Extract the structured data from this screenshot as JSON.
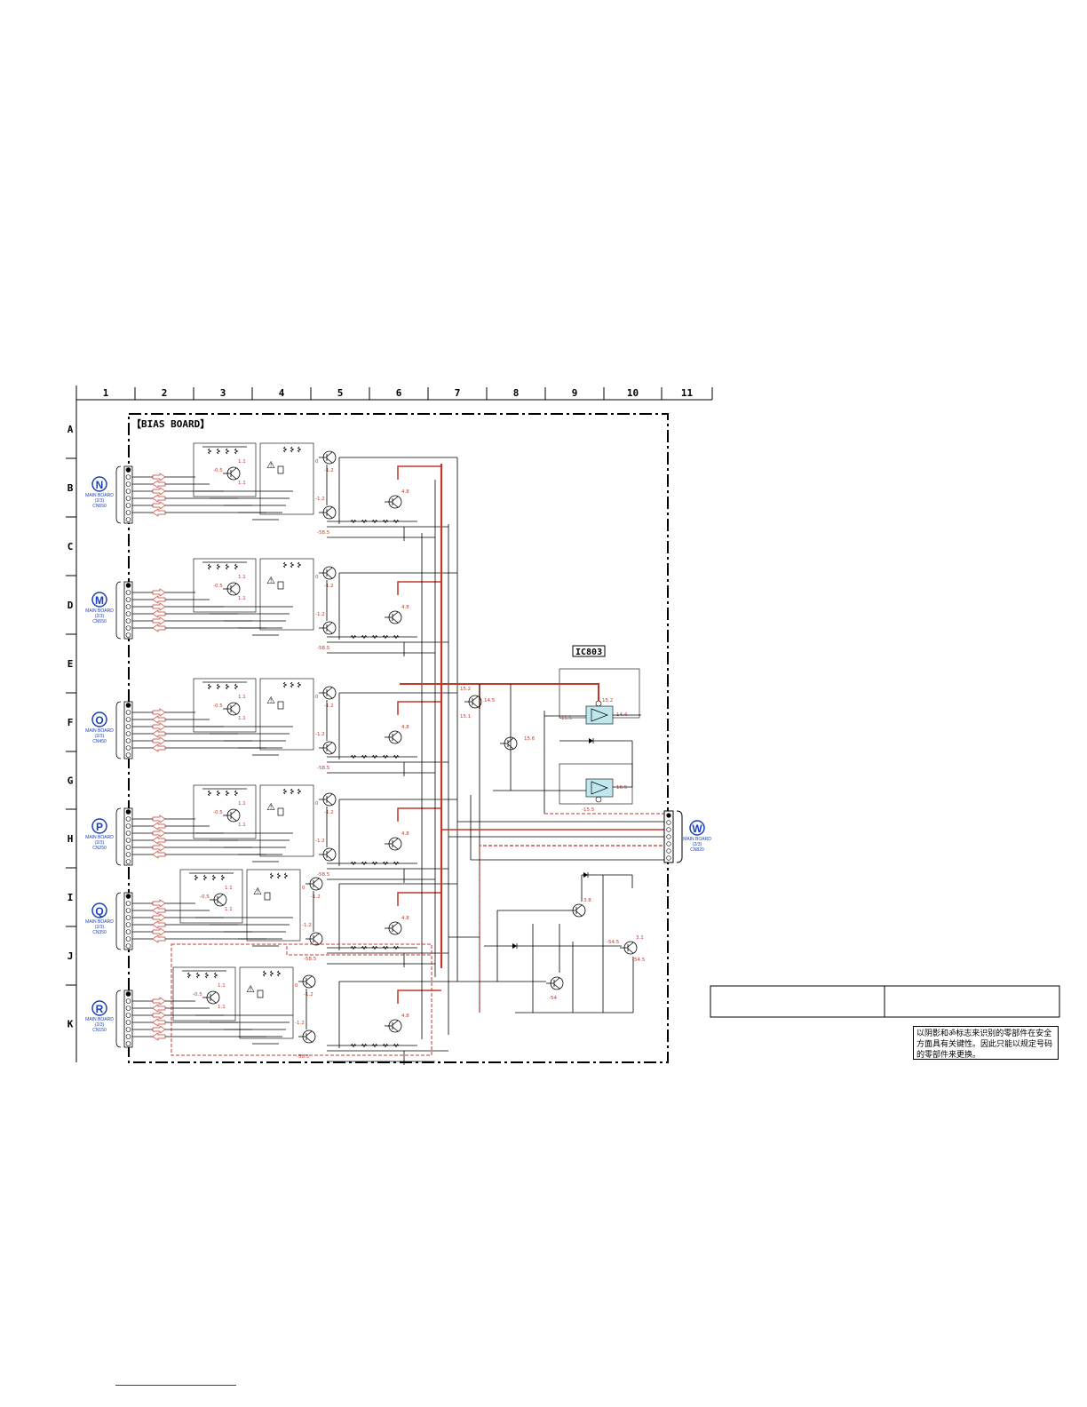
{
  "grid": {
    "columns": [
      "1",
      "2",
      "3",
      "4",
      "5",
      "6",
      "7",
      "8",
      "9",
      "10",
      "11"
    ],
    "rows": [
      "A",
      "B",
      "C",
      "D",
      "E",
      "F",
      "G",
      "H",
      "I",
      "J",
      "K"
    ]
  },
  "board": {
    "title": "【BIAS BOARD】"
  },
  "connectors": [
    {
      "letter": "N",
      "line1": "MAIN BOARD",
      "line2": "(2/3)",
      "line3": "CN650"
    },
    {
      "letter": "M",
      "line1": "MAIN BOARD",
      "line2": "(2/3)",
      "line3": "CN550"
    },
    {
      "letter": "O",
      "line1": "MAIN BOARD",
      "line2": "(2/3)",
      "line3": "CN450"
    },
    {
      "letter": "P",
      "line1": "MAIN BOARD",
      "line2": "(2/3)",
      "line3": "CN250"
    },
    {
      "letter": "Q",
      "line1": "MAIN BOARD",
      "line2": "(2/3)",
      "line3": "CN350"
    },
    {
      "letter": "R",
      "line1": "MAIN BOARD",
      "line2": "(2/3)",
      "line3": "CN150"
    }
  ],
  "right_connector": {
    "letter": "W",
    "line1": "MAIN BOARD",
    "line2": "(2/3)",
    "line3": "CN820"
  },
  "ic": {
    "label": "IC803"
  },
  "channel_voltages": [
    {
      "a": "-0.5",
      "b": "1.1",
      "c": "1.1",
      "d": "0",
      "e": "-1.2",
      "f": "-1.2",
      "g": "-58.5",
      "h": "4.8"
    },
    {
      "a": "-0.5",
      "b": "1.1",
      "c": "1.1",
      "d": "0",
      "e": "-1.2",
      "f": "-1.2",
      "g": "-58.5",
      "h": "4.8"
    },
    {
      "a": "-0.5",
      "b": "1.1",
      "c": "1.1",
      "d": "0",
      "e": "-1.2",
      "f": "-1.2",
      "g": "-58.5",
      "h": "4.8"
    },
    {
      "a": "-0.5",
      "b": "1.1",
      "c": "1.1",
      "d": "0",
      "e": "-1.2",
      "f": "-1.2",
      "g": "-58.5",
      "h": "4.8"
    },
    {
      "a": "-0.5",
      "b": "1.1",
      "c": "1.1",
      "d": "0",
      "e": "-1.2",
      "f": "-1.2",
      "g": "-58.5",
      "h": "4.8"
    },
    {
      "a": "-0.5",
      "b": "1.1",
      "c": "1.1",
      "d": "0",
      "e": "-1.2",
      "f": "-1.2",
      "g": "-58.5",
      "h": "4.8"
    }
  ],
  "right_voltages": {
    "q1": "15.2",
    "q1b": "14.5",
    "q1c": "15.1",
    "q2": "15.6",
    "op1_pin8": "15.2",
    "op1_in": "-15.5",
    "op1_out": "14.4",
    "op2_out": "16.5",
    "op2_pin4": "-15.5",
    "q3": "3.8",
    "q4a": "-54.5",
    "q4b": "3.1",
    "q4c": "-54.5",
    "q5": "-54"
  },
  "table": {
    "cell1": "",
    "cell2": ""
  },
  "note": {
    "text": "以阴影和ॐ标志来识别的零部件在安全方面具有关键性。因此只能以规定号码的零部件来更换。"
  },
  "colors": {
    "line": "#000000",
    "trace": "#c0392b",
    "accent": "#1a3fbf",
    "ic_fill": "#bfe8ee"
  }
}
